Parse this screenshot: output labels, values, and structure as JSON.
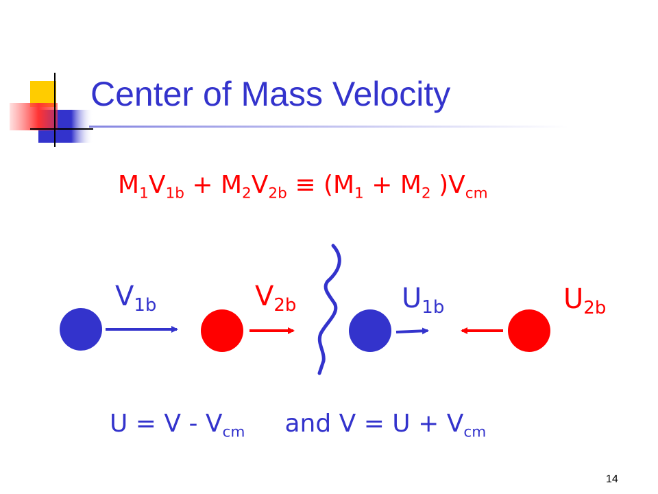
{
  "slide": {
    "title": "Center of Mass Velocity",
    "page_number": "14"
  },
  "equations": {
    "main": {
      "m1": "M",
      "m1_sub": "1",
      "v1": "V",
      "v1_sub": "1b",
      "plus1": " + ",
      "m2": "M",
      "m2_sub": "2",
      "v2": "V",
      "v2_sub": "2b",
      "equiv": " ≡ ",
      "open": "(M",
      "open_sub": "1",
      "plus2": " + M",
      "m2b_sub": "2",
      "close": " )V",
      "vcm_sub": "cm"
    },
    "bottom": {
      "left": "U = V - V",
      "left_sub": "cm",
      "right": "and V = U + V",
      "right_sub": "cm"
    }
  },
  "labels": {
    "v1b": {
      "main": "V",
      "sub": "1b"
    },
    "v2b": {
      "main": "V",
      "sub": "2b"
    },
    "u1b": {
      "main": "U",
      "sub": "1b"
    },
    "u2b": {
      "main": "U",
      "sub": "2b"
    }
  },
  "colors": {
    "blue": "#3333cc",
    "red": "#ff0000",
    "title": "#3333cc"
  }
}
